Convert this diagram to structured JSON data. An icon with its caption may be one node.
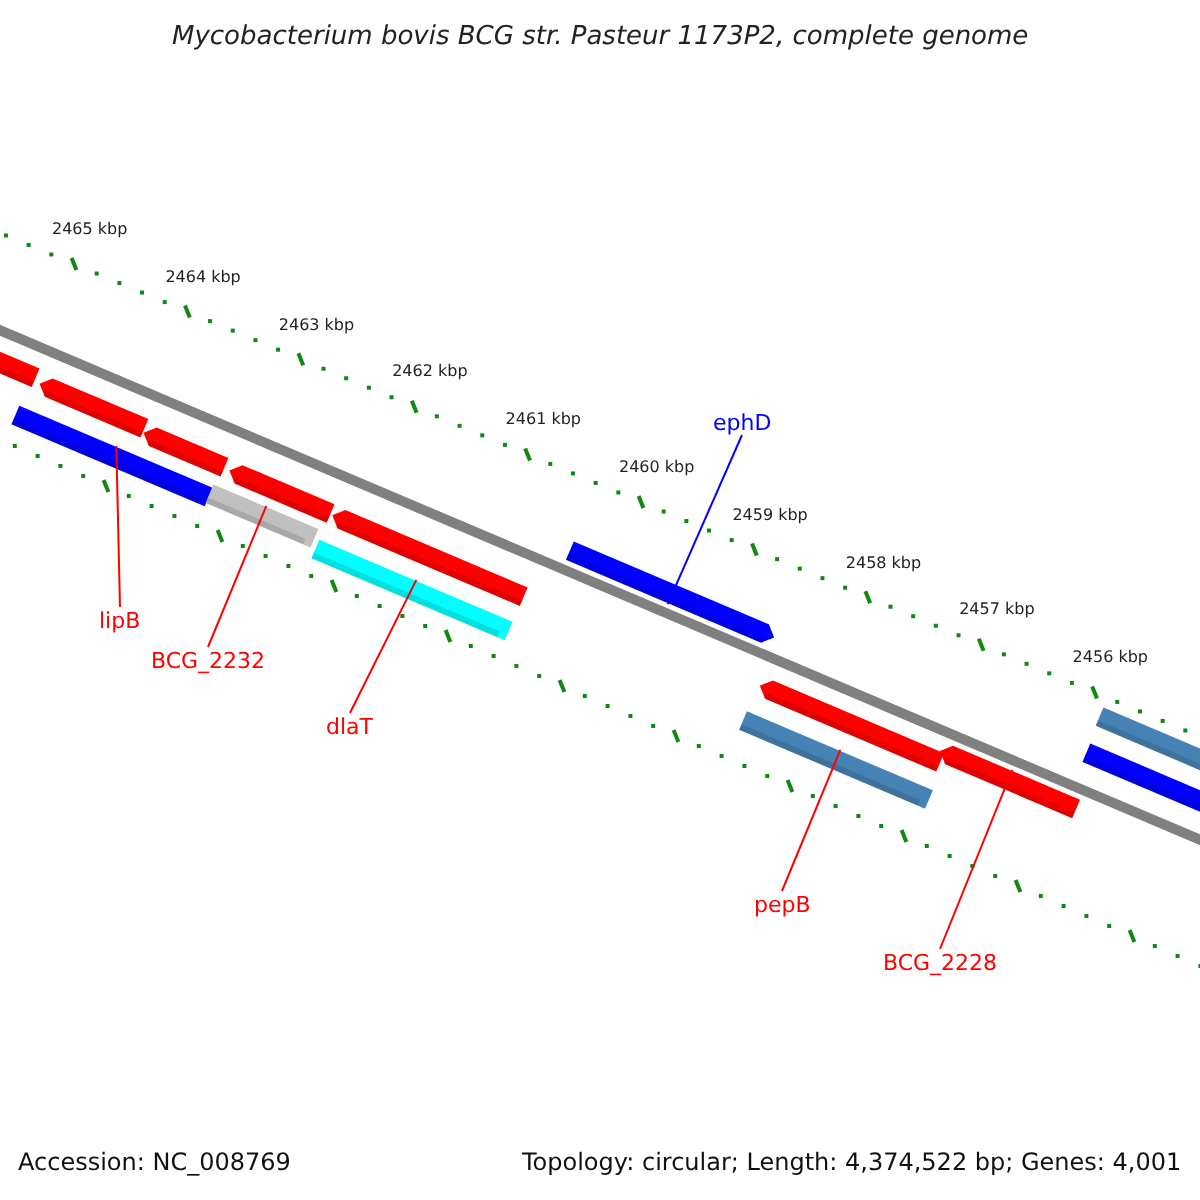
{
  "diagram": {
    "title": "Mycobacterium bovis BCG str. Pasteur 1173P2, complete genome",
    "nodes": [
      {
        "text": [
          "lipB"
        ]
      },
      {
        "text": [
          "BCG_2232"
        ]
      },
      {
        "text": [
          "dlaT"
        ]
      },
      {
        "text": [
          "ephD"
        ]
      },
      {
        "text": [
          "pepB"
        ]
      },
      {
        "text": [
          "BCG_2228"
        ]
      },
      {
        "text": [],
        "shape": "bar"
      },
      {
        "text": [],
        "shape": "bar"
      },
      {
        "text": [],
        "shape": "bar"
      },
      {
        "text": [],
        "shape": "bar"
      },
      {
        "text": [],
        "shape": "bar"
      },
      {
        "text": [],
        "shape": "bar"
      }
    ],
    "edges": [
      {
        "from": 0,
        "to": 6,
        "arrow": "none"
      },
      {
        "from": 1,
        "to": 7,
        "arrow": "none"
      },
      {
        "from": 2,
        "to": 8,
        "arrow": "none"
      },
      {
        "from": 3,
        "to": 9,
        "arrow": "none",
        "color": "#0000ff"
      },
      {
        "from": 4,
        "to": 10,
        "arrow": "none"
      },
      {
        "from": 5,
        "to": 11,
        "arrow": "none"
      }
    ],
    "labels": [
      "2465 kbp",
      "2464 kbp",
      "2463 kbp",
      "2462 kbp",
      "2461 kbp",
      "2460 kbp",
      "2459 kbp",
      "2458 kbp",
      "2457 kbp",
      "2456 kbp",
      "Accession: NC_008769",
      "Topology: circular; Length: 4,374,522 bp; Genes: 4,001"
    ]
  }
}
